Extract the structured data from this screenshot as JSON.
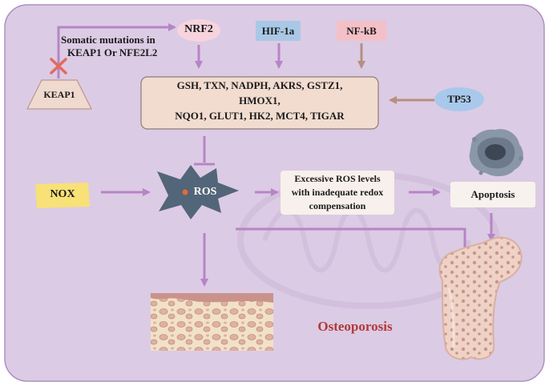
{
  "nodes": {
    "nrf2": "NRF2",
    "hif": "HIF-1a",
    "nfkb": "NF-kB",
    "keap1": "KEAP1",
    "mutations_line1": "Somatic mutations in",
    "mutations_line2": "KEAP1 Or NFE2L2",
    "genes_line1": "GSH, TXN, NADPH, AKRS, GSTZ1,",
    "genes_line2": "HMOX1,",
    "genes_line3": "NQO1, GLUT1, HK2, MCT4, TIGAR",
    "tp53": "TP53",
    "nox": "NOX",
    "ros": "ROS",
    "excess_line1": "Excessive ROS levels",
    "excess_line2": "with inadequate redox",
    "excess_line3": "compensation",
    "apoptosis": "Apoptosis",
    "osteoporosis": "Osteoporosis"
  },
  "colors": {
    "background_panel": "#dccbe4",
    "arrow_purple": "#b784c7",
    "arrow_brown": "#b58f80",
    "nrf2_fill": "#f7d4dd",
    "hif_fill": "#a9c8e6",
    "nfkb_fill": "#f4c0c8",
    "tp53_fill": "#a8c9eb",
    "gene_box_fill": "#f2dcd0",
    "nox_fill": "#f8e176",
    "ros_star_fill": "#536579",
    "osteoporosis_text": "#b03a3a"
  }
}
